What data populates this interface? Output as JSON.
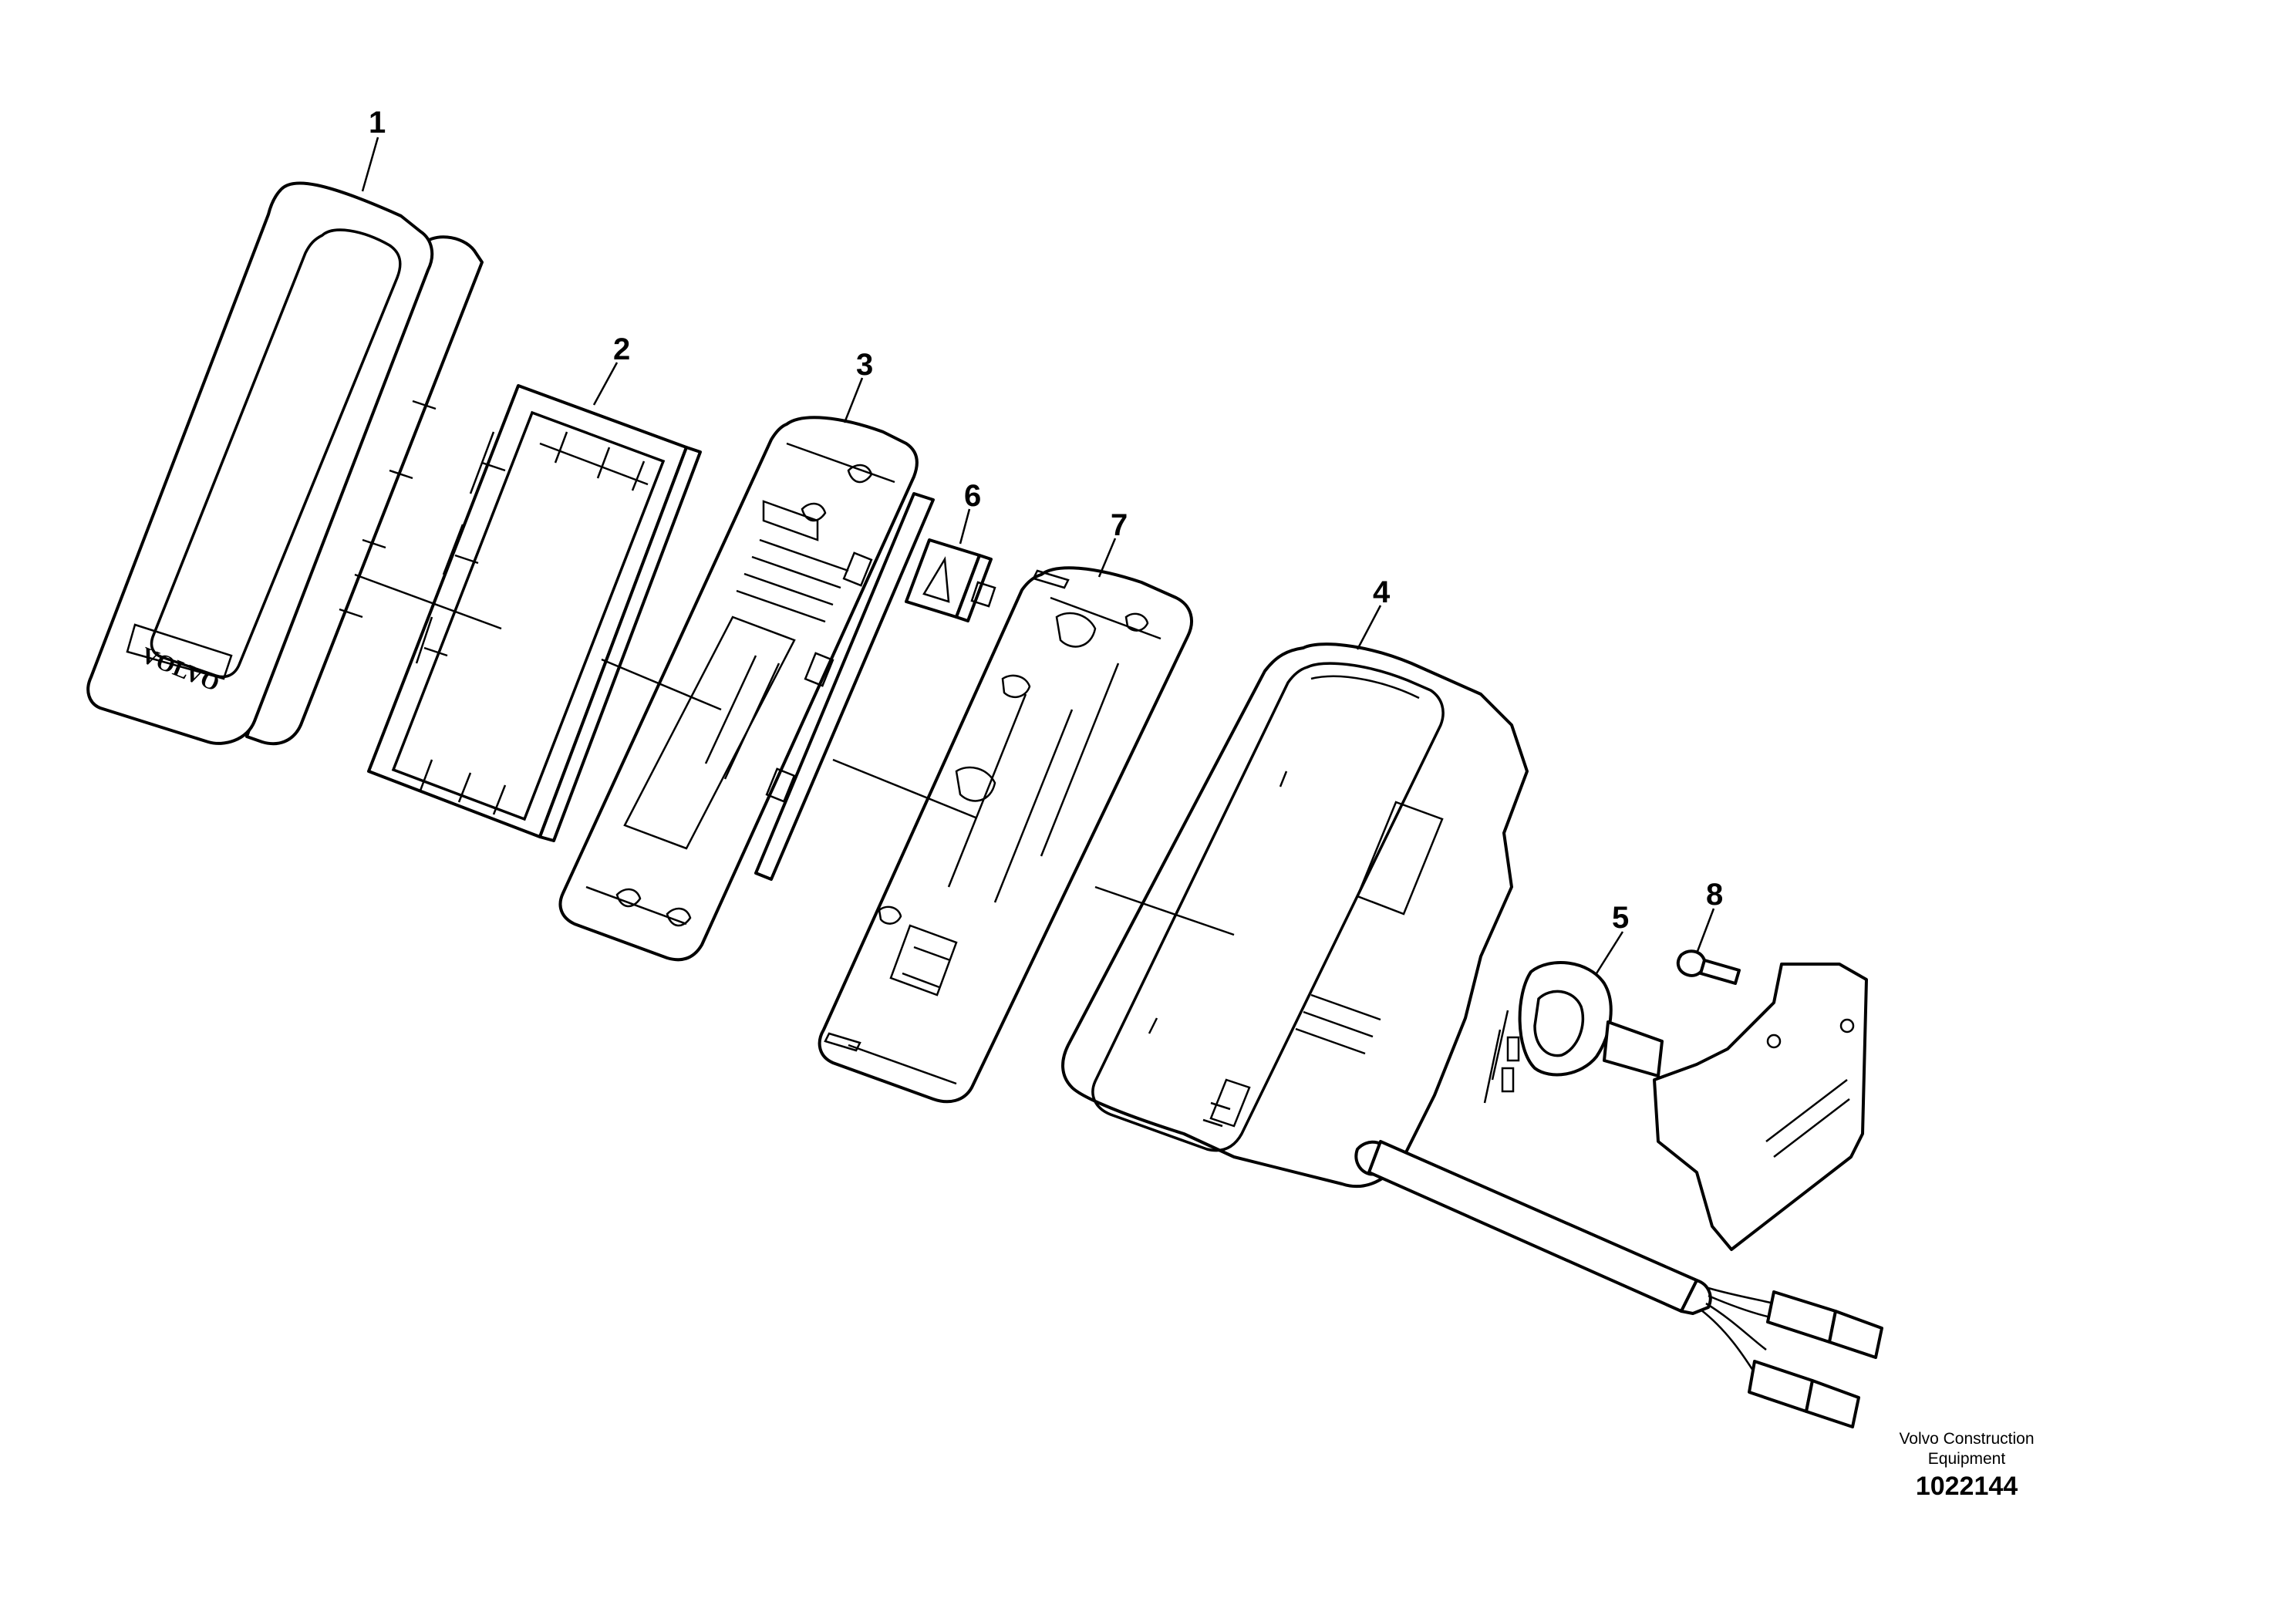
{
  "callouts": {
    "c1": "1",
    "c2": "2",
    "c3": "3",
    "c4": "4",
    "c5": "5",
    "c6": "6",
    "c7": "7",
    "c8": "8"
  },
  "logo_text": "VOLVO",
  "footer": {
    "maker_line1": "Volvo Construction",
    "maker_line2": "Equipment",
    "drawing_number": "1022144"
  }
}
